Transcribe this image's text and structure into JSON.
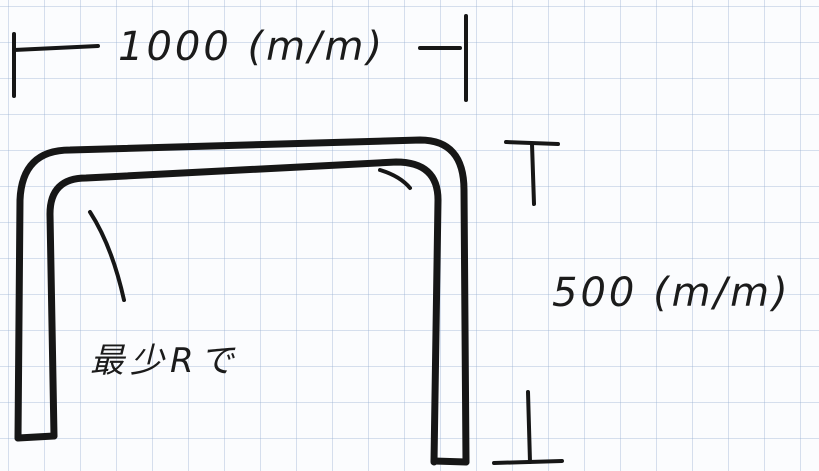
{
  "dimensions": {
    "width_label": "1000 (m/m)",
    "height_label": "500 (m/m)"
  },
  "annotations": {
    "bend_note": "最少Rで"
  },
  "colors": {
    "ink": "#161616",
    "paper": "#fbfcfe",
    "grid": "#96afd2"
  }
}
